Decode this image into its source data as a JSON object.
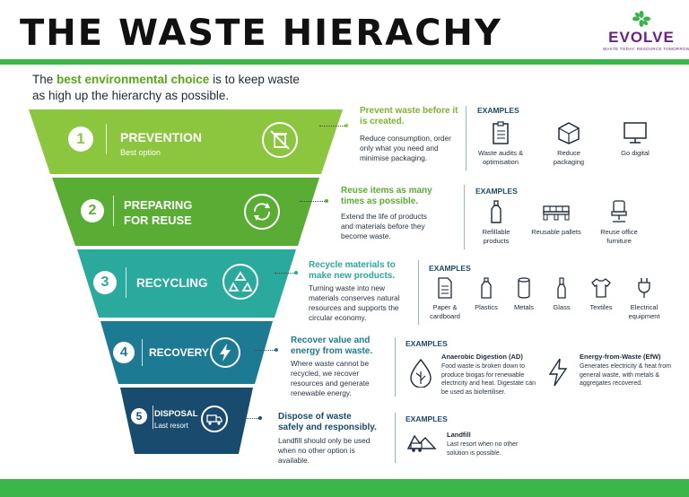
{
  "header": {
    "title": "THE WASTE HIERACHY",
    "logo_name": "EVOLVE",
    "logo_tagline": "WASTE TODAY. RESOURCE TOMORROW.",
    "icon": "recycle-leaf-icon"
  },
  "intro": {
    "prefix": "The ",
    "highlight": "best environmental choice",
    "suffix": " is to keep waste as high up the hierarchy as possible."
  },
  "colors": {
    "green": "#3ab54a",
    "l1": "#8cc63f",
    "l2": "#5aad34",
    "l3": "#2aa99d",
    "l4": "#1d7a93",
    "l5": "#184b6d"
  },
  "levels": [
    {
      "num": "1",
      "name": "PREVENTION",
      "sub": "Best option",
      "icon": "no-bin-icon",
      "head": "Prevent waste before it is created.",
      "body": "Reduce consumption, order only what you need and minimise packaging.",
      "examples_label": "EXAMPLES",
      "examples": [
        {
          "label": "Waste audits & optimisation",
          "icon": "clipboard-icon"
        },
        {
          "label": "Reduce packaging",
          "icon": "box-icon"
        },
        {
          "label": "Go digital",
          "icon": "monitor-icon"
        }
      ]
    },
    {
      "num": "2",
      "name": "PREPARING FOR REUSE",
      "icon": "reuse-arrows-icon",
      "head": "Reuse items as many times as possible.",
      "body": "Extend the life of products and materials before they become waste.",
      "examples_label": "EXAMPLES",
      "examples": [
        {
          "label": "Refillable products",
          "icon": "bottle-icon"
        },
        {
          "label": "Reusable pallets",
          "icon": "pallet-icon"
        },
        {
          "label": "Reuse office furniture",
          "icon": "office-chair-icon"
        }
      ]
    },
    {
      "num": "3",
      "name": "RECYCLING",
      "icon": "recycle-icon",
      "head": "Recycle materials to make new products.",
      "body": "Turning waste into new materials conserves natural resources and supports the circular economy.",
      "examples_label": "EXAMPLES",
      "examples": [
        {
          "label": "Paper & cardboard",
          "icon": "paper-icon"
        },
        {
          "label": "Plastics",
          "icon": "plastic-bottle-icon"
        },
        {
          "label": "Metals",
          "icon": "can-icon"
        },
        {
          "label": "Glass",
          "icon": "glass-bottle-icon"
        },
        {
          "label": "Textiles",
          "icon": "tshirt-icon"
        },
        {
          "label": "Electrical equipment",
          "icon": "plug-icon"
        }
      ]
    },
    {
      "num": "4",
      "name": "RECOVERY",
      "icon": "lightning-icon",
      "head": "Recover value and energy from waste.",
      "body": "Where waste cannot be recycled, we recover resources and generate renewable energy.",
      "examples_label": "EXAMPLES",
      "rich": [
        {
          "title": "Anaerobic Digestion (AD)",
          "body": "Food waste is broken down to produce biogas for renewable electricity and heat. Digestate can be used as biofertiliser.",
          "icon": "leaf-drop-icon"
        },
        {
          "title": "Energy-from-Waste (EfW)",
          "body": "Generates electricity & heat from general waste, with metals & aggregates recovered.",
          "icon": "bolt-outline-icon"
        }
      ]
    },
    {
      "num": "5",
      "name": "DISPOSAL",
      "sub": "Last resort",
      "icon": "landfill-truck-icon",
      "head": "Dispose of waste safely and responsibly.",
      "body": "Landfill should only be used when no other option is available.",
      "examples_label": "EXAMPLES",
      "rich": [
        {
          "title": "Landfill",
          "body": "Last resort when no other solution is possible.",
          "icon": "landfill-icon"
        }
      ]
    }
  ]
}
